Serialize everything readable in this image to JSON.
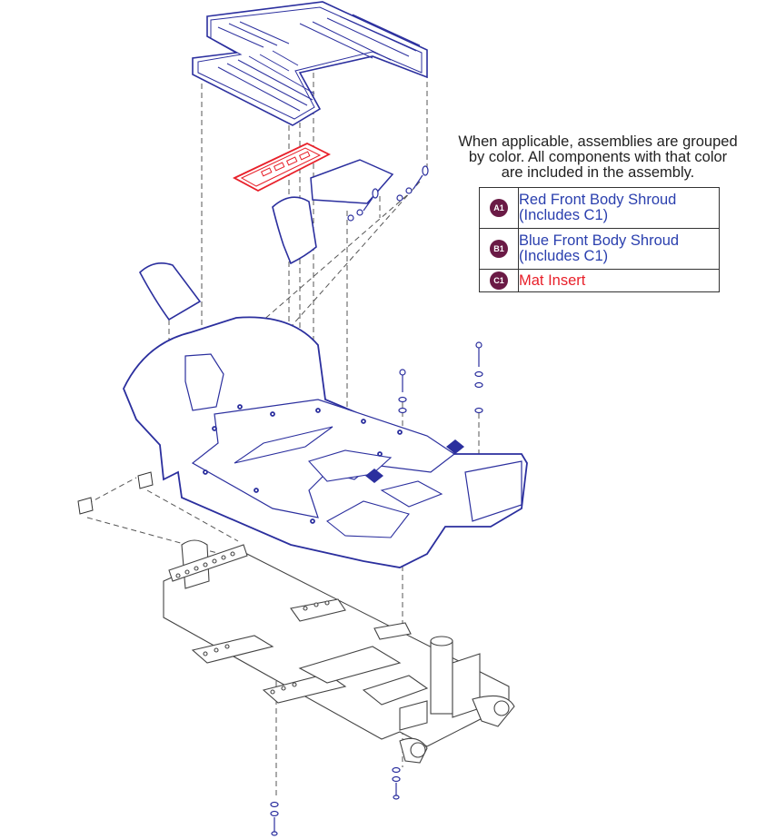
{
  "caption": {
    "lines": [
      "When applicable, assemblies are grouped",
      "by color. All components with that color",
      "are included in the assembly."
    ]
  },
  "legend": [
    {
      "badge": "A1",
      "line1": "Red Front Body Shroud",
      "line2": "(Includes C1)",
      "color": "#2a3fae"
    },
    {
      "badge": "B1",
      "line1": "Blue Front Body Shroud",
      "line2": "(Includes C1)",
      "color": "#2a3fae"
    },
    {
      "badge": "C1",
      "line1": "Mat Insert",
      "line2": "",
      "color": "#e8202a"
    }
  ],
  "colors": {
    "shroud": "#2b2f9e",
    "mat_insert": "#e8202a",
    "frame": "#444444",
    "leader": "#555555",
    "badge": "#6a1a45"
  }
}
